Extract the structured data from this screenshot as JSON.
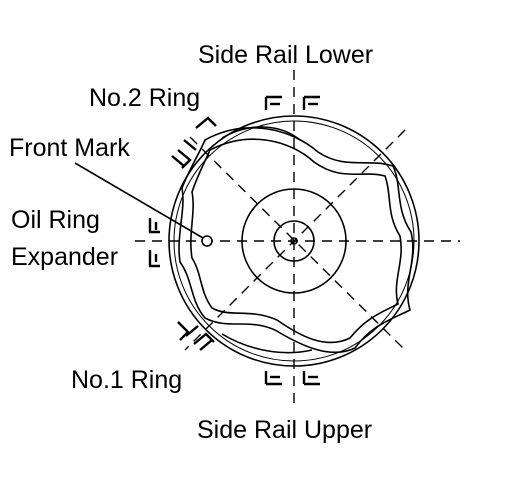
{
  "labels": {
    "side_rail_lower": "Side Rail Lower",
    "no2_ring": "No.2 Ring",
    "front_mark": "Front Mark",
    "oil_ring_expander_line1": "Oil Ring",
    "oil_ring_expander_line2": "Expander",
    "no1_ring": "No.1 Ring",
    "side_rail_upper": "Side Rail Upper"
  },
  "colors": {
    "ink": "#000000",
    "background": "#ffffff"
  }
}
